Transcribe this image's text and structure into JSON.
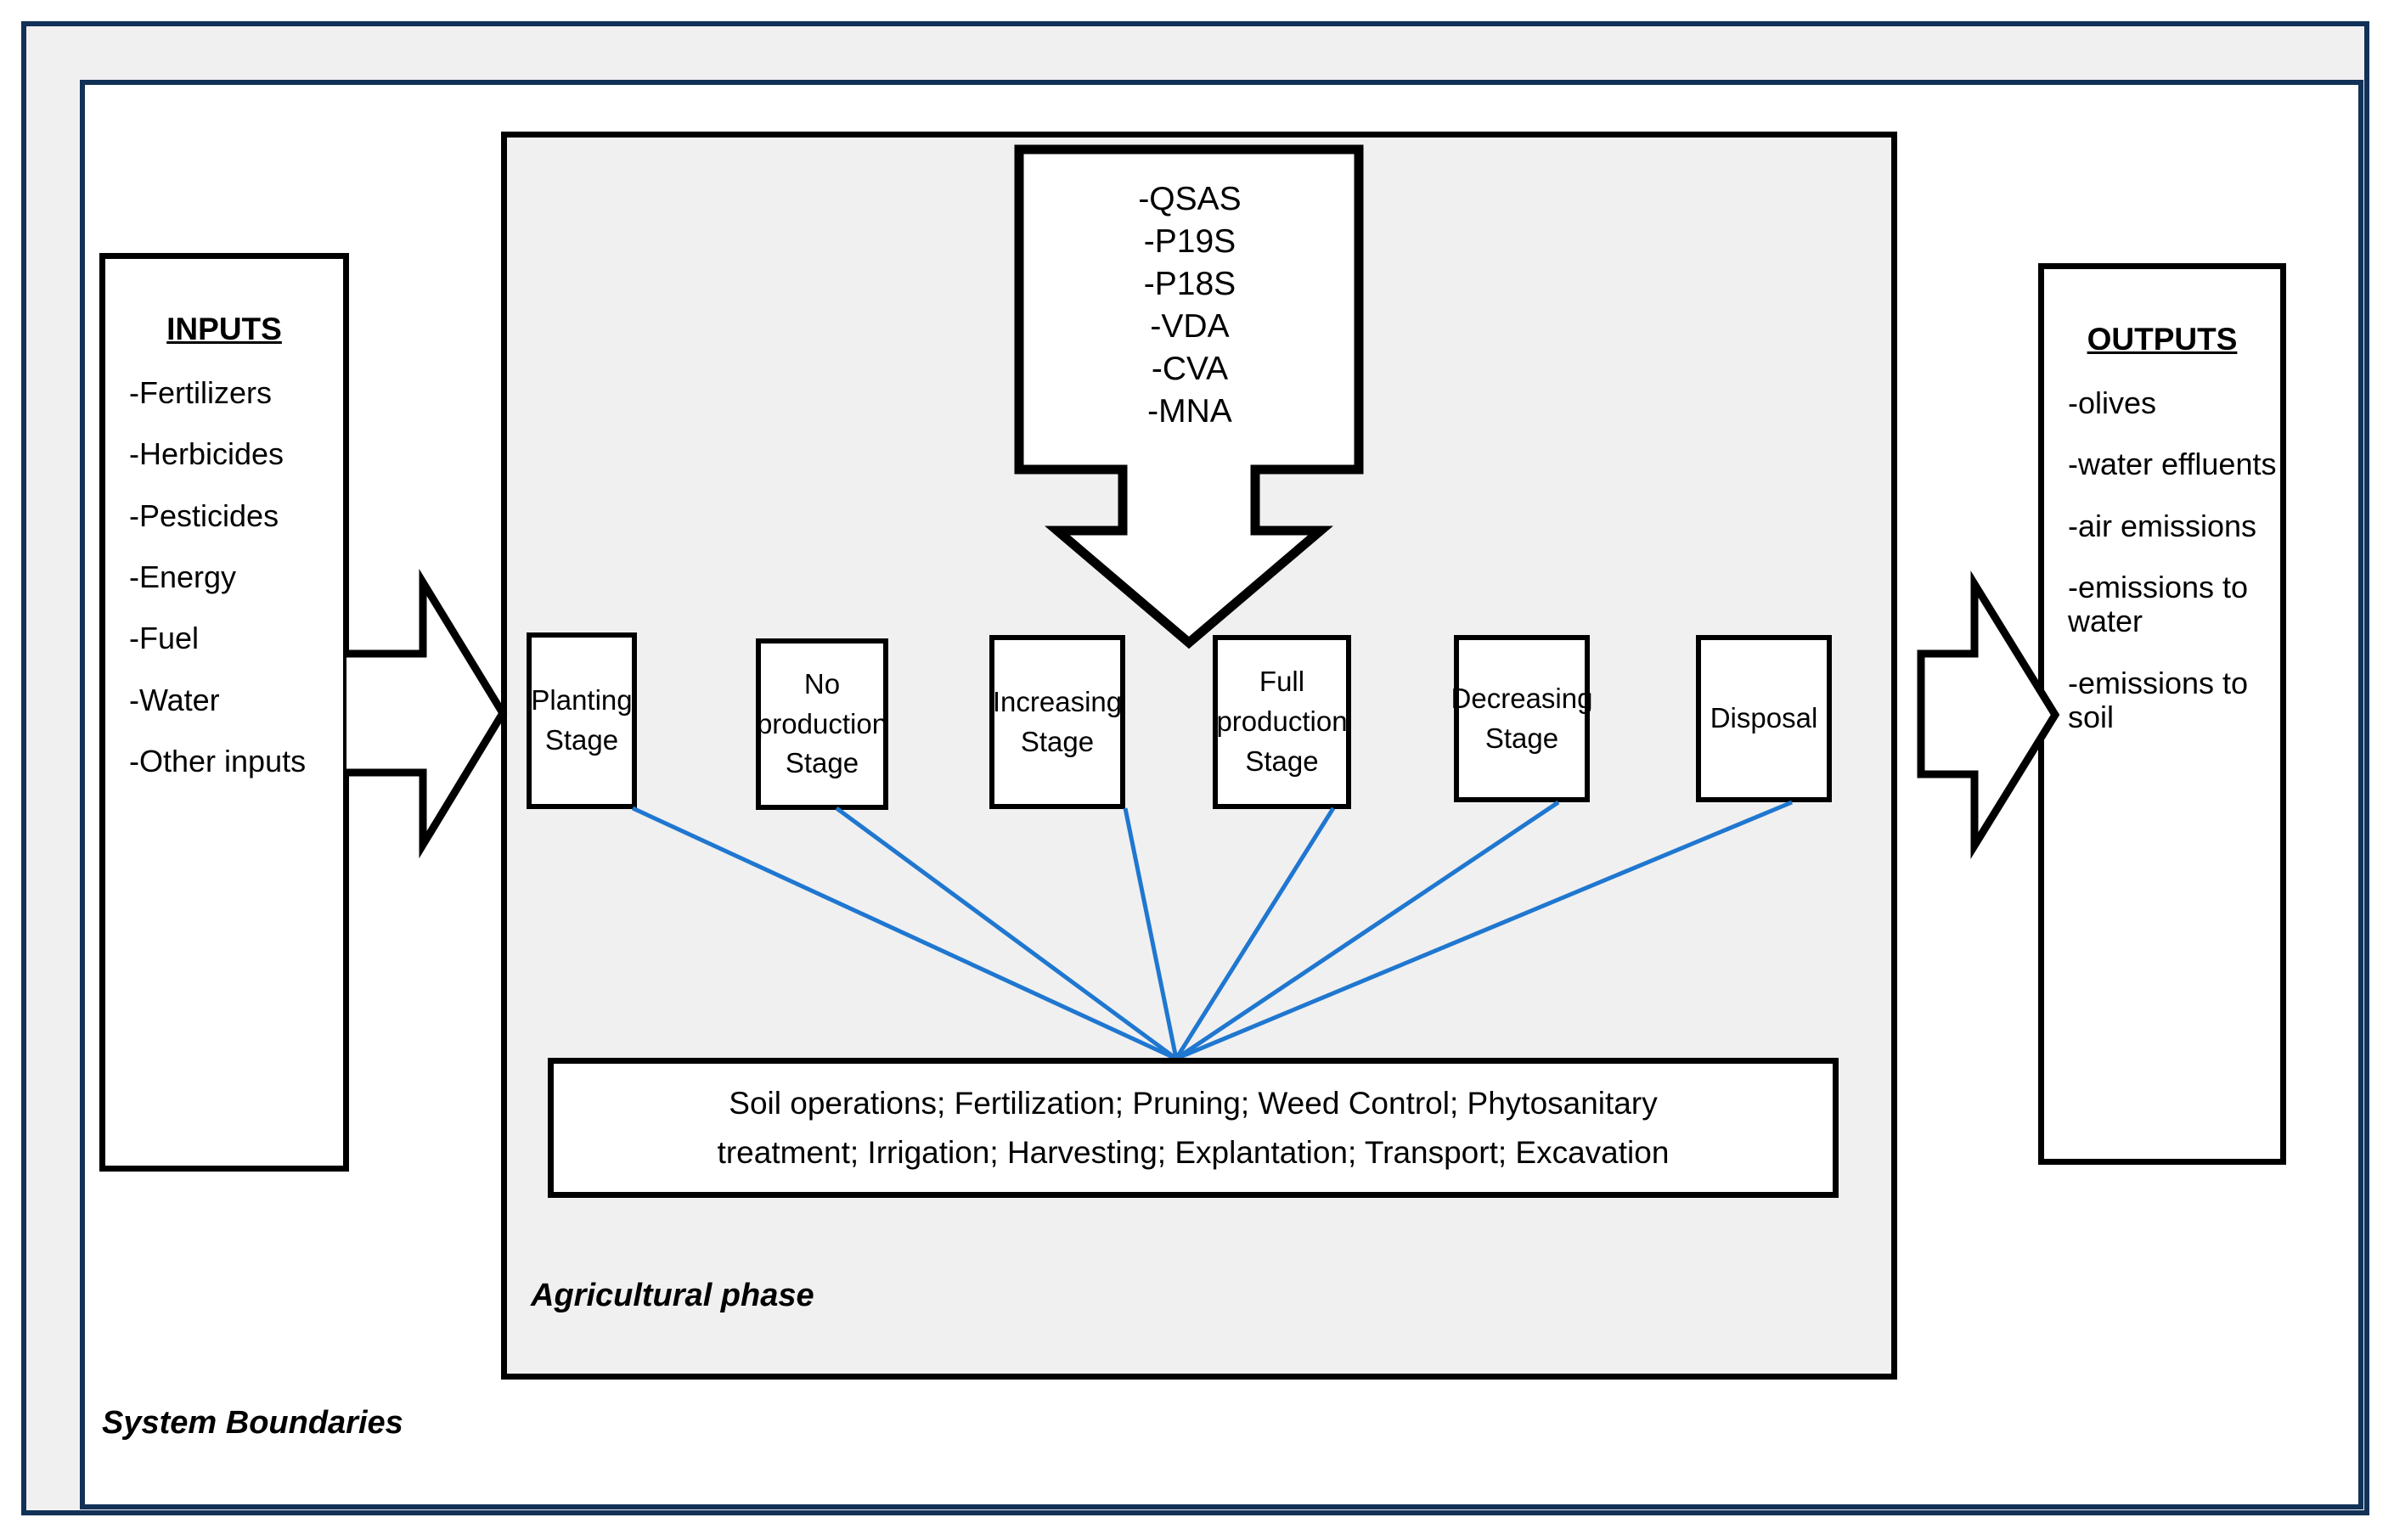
{
  "diagram": {
    "system_boundaries_label": "System Boundaries",
    "agricultural_phase_label": "Agricultural phase"
  },
  "inputs": {
    "title": "INPUTS",
    "items": [
      "-Fertilizers",
      "-Herbicides",
      "-Pesticides",
      "-Energy",
      "-Fuel",
      "-Water",
      "-Other inputs"
    ]
  },
  "outputs": {
    "title": "OUTPUTS",
    "items": [
      "-olives",
      "-water effluents",
      "-air emissions",
      "-emissions to water",
      "-emissions to soil"
    ]
  },
  "codes": {
    "items": [
      "-QSAS",
      "-P19S",
      "-P18S",
      "-VDA",
      "-CVA",
      "-MNA"
    ]
  },
  "stages": [
    {
      "label": "Planting Stage"
    },
    {
      "label": "No production Stage"
    },
    {
      "label": "Increasing Stage"
    },
    {
      "label": "Full production Stage"
    },
    {
      "label": "Decreasing Stage"
    },
    {
      "label": "Disposal"
    }
  ],
  "operations": {
    "line1": "Soil operations; Fertilization; Pruning; Weed Control; Phytosanitary",
    "line2": "treatment; Irrigation; Harvesting; Explantation; Transport; Excavation"
  },
  "colors": {
    "frame_navy": "#123157",
    "panel_gray": "#f0f0f0",
    "connector_blue": "#1F77D0",
    "outline_black": "#000000"
  }
}
